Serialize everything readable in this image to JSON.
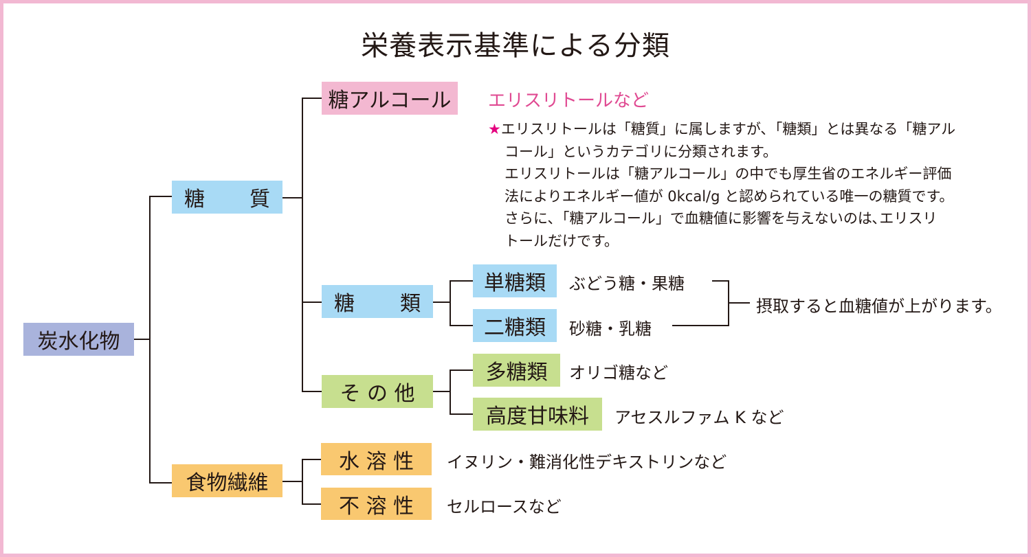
{
  "title": "栄養表示基準による分類",
  "colors": {
    "border": "#F2B8D2",
    "carbohydrate": "#A9B3DC",
    "saccharide_group": "#A8DAF5",
    "sugar_alcohol": "#F3B8D1",
    "other_group": "#C7DF8F",
    "fiber_group": "#F9C870",
    "accent_text": "#E04A92",
    "star": "#E4007F"
  },
  "root": {
    "label": "炭水化物"
  },
  "saccharide": {
    "label_left": "糖",
    "label_right": "質",
    "sugar_alcohol": {
      "label": "糖アルコール",
      "example": "エリスリトールなど",
      "note": {
        "star": "★",
        "lines": [
          "エリスリトールは「糖質」に属しますが､「糖類」とは異なる「糖アル",
          "コール」というカテゴリに分類されます。",
          "エリスリトールは「糖アルコール」の中でも厚生省のエネルギー評価",
          "法によりエネルギー値が 0kcal/g と認められている唯一の糖質です。",
          "さらに､「糖アルコール」で血糖値に影響を与えないのは､エリスリ",
          "トールだけです。"
        ]
      }
    },
    "sugars": {
      "label_left": "糖",
      "label_right": "類",
      "children": [
        {
          "label": "単糖類",
          "example": "ぶどう糖・果糖"
        },
        {
          "label": "二糖類",
          "example": "砂糖・乳糖"
        }
      ],
      "summary": "摂取すると血糖値が上がります。"
    },
    "others": {
      "label": "そ の 他",
      "children": [
        {
          "label": "多糖類",
          "example": "オリゴ糖など"
        },
        {
          "label": "高度甘味料",
          "example": "アセスルファム K など"
        }
      ]
    }
  },
  "fiber": {
    "label": "食物繊維",
    "children": [
      {
        "label": "水 溶 性",
        "example": "イヌリン・難消化性デキストリンなど"
      },
      {
        "label": "不 溶 性",
        "example": "セルロースなど"
      }
    ]
  }
}
